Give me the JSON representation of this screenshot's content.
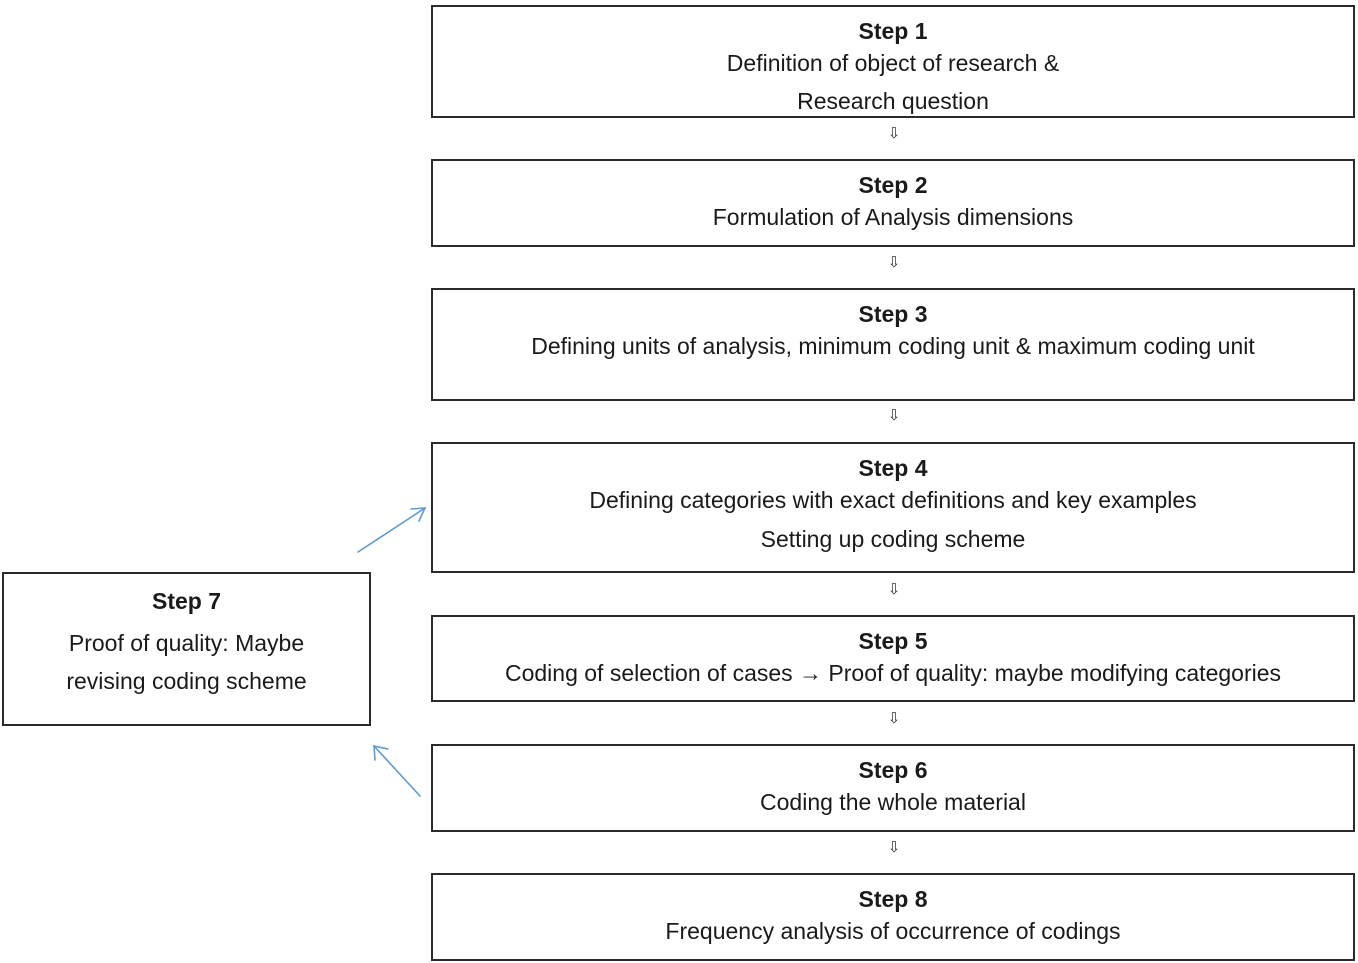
{
  "steps": [
    {
      "title": "Step 1",
      "lines": [
        "Definition of object of research &",
        "Research question"
      ]
    },
    {
      "title": "Step 2",
      "lines": [
        "Formulation of Analysis dimensions"
      ]
    },
    {
      "title": "Step 3",
      "lines": [
        "Defining units of analysis, minimum coding unit & maximum coding unit"
      ]
    },
    {
      "title": "Step 4",
      "lines": [
        "Defining categories with exact definitions and key examples",
        "Setting up coding scheme"
      ]
    },
    {
      "title": "Step 5",
      "lines": [
        "Coding of selection of cases → Proof of quality: maybe modifying categories"
      ]
    },
    {
      "title": "Step 6",
      "lines": [
        "Coding the whole material"
      ]
    },
    {
      "title": "Step 8",
      "lines": [
        "Frequency analysis of occurrence of codings"
      ]
    }
  ],
  "side_step": {
    "title": "Step 7",
    "lines": [
      "Proof of quality: Maybe",
      "revising coding scheme"
    ]
  },
  "arrow_glyph": "⇩",
  "colors": {
    "box_border": "#2b2b2b",
    "feedback_arrow": "#5b9bd5"
  }
}
